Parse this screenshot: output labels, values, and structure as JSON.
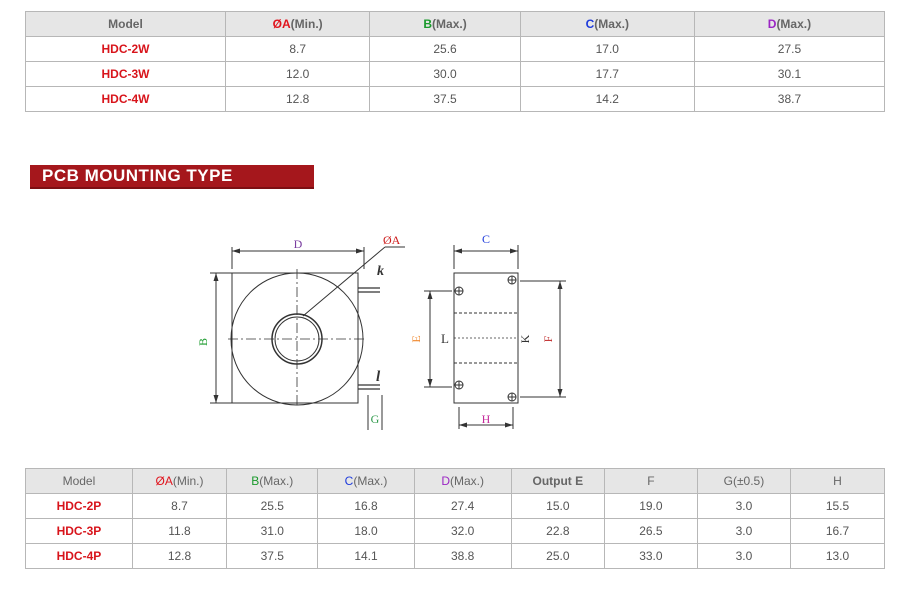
{
  "top_table": {
    "headers": [
      {
        "letter": "",
        "rest": "Model",
        "color": "none"
      },
      {
        "letter": "ØA",
        "rest": "(Min.)",
        "color": "red"
      },
      {
        "letter": "B",
        "rest": "(Max.)",
        "color": "green"
      },
      {
        "letter": "C",
        "rest": "(Max.)",
        "color": "blue"
      },
      {
        "letter": "D",
        "rest": "(Max.)",
        "color": "purple"
      }
    ],
    "rows": [
      [
        "HDC-2W",
        "8.7",
        "25.6",
        "17.0",
        "27.5"
      ],
      [
        "HDC-3W",
        "12.0",
        "30.0",
        "17.7",
        "30.1"
      ],
      [
        "HDC-4W",
        "12.8",
        "37.5",
        "14.2",
        "38.7"
      ]
    ]
  },
  "section_title": "PCB MOUNTING TYPE",
  "drawing": {
    "labels": {
      "D": "D",
      "A": "ØA",
      "k": "k",
      "l": "l",
      "B": "B",
      "G": "G",
      "C": "C",
      "E": "E",
      "L": "L",
      "K": "K",
      "F": "F",
      "H": "H"
    }
  },
  "bottom_table": {
    "headers": [
      {
        "letter": "",
        "rest": "Model",
        "color": "none"
      },
      {
        "letter": "ØA",
        "rest": "(Min.)",
        "color": "red"
      },
      {
        "letter": "B",
        "rest": "(Max.)",
        "color": "green"
      },
      {
        "letter": "C",
        "rest": "(Max.)",
        "color": "blue"
      },
      {
        "letter": "D",
        "rest": "(Max.)",
        "color": "purple"
      },
      {
        "letter": "",
        "rest": "Output E",
        "color": "none",
        "bold": true
      },
      {
        "letter": "",
        "rest": "F",
        "color": "none"
      },
      {
        "letter": "",
        "rest": "G(±0.5)",
        "color": "none"
      },
      {
        "letter": "",
        "rest": "H",
        "color": "none"
      }
    ],
    "rows": [
      [
        "HDC-2P",
        "8.7",
        "25.5",
        "16.8",
        "27.4",
        "15.0",
        "19.0",
        "3.0",
        "15.5"
      ],
      [
        "HDC-3P",
        "11.8",
        "31.0",
        "18.0",
        "32.0",
        "22.8",
        "26.5",
        "3.0",
        "16.7"
      ],
      [
        "HDC-4P",
        "12.8",
        "37.5",
        "14.1",
        "38.8",
        "25.0",
        "33.0",
        "3.0",
        "13.0"
      ]
    ]
  },
  "colors": {
    "model_text": "#d8141b",
    "section_bar": "#a5171c",
    "header_bg": "#e6e6e6"
  }
}
